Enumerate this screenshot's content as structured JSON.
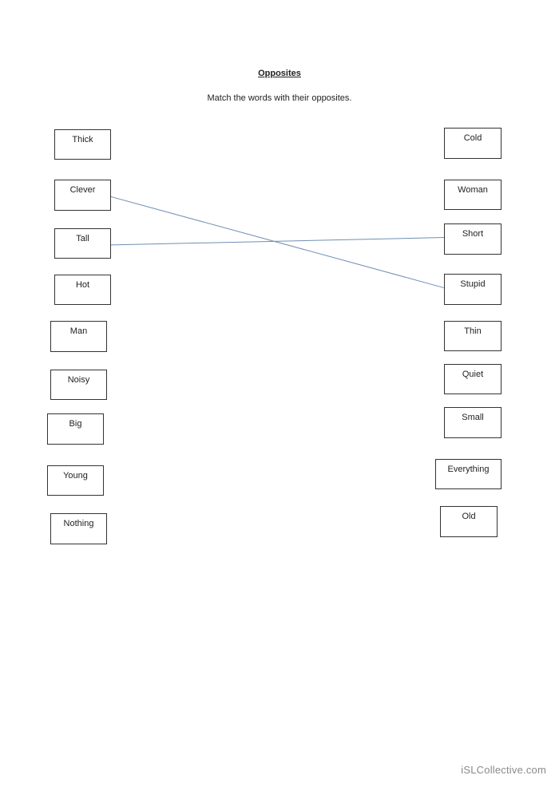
{
  "worksheet": {
    "title": "Opposites",
    "instruction": "Match the words with their opposites."
  },
  "left_words": [
    "Thick",
    "Clever",
    "Tall",
    "Hot",
    "Man",
    "Noisy",
    "Big",
    "Young",
    "Nothing"
  ],
  "right_words": [
    "Cold",
    "Woman",
    "Short",
    "Stupid",
    "Thin",
    "Quiet",
    "Small",
    "Everything",
    "Old"
  ],
  "matches": [
    {
      "left": "Clever",
      "right": "Stupid"
    },
    {
      "left": "Tall",
      "right": "Short"
    }
  ],
  "colors": {
    "line": "#6f8fb3",
    "border": "#333333"
  },
  "watermark": "iSLCollective.com"
}
